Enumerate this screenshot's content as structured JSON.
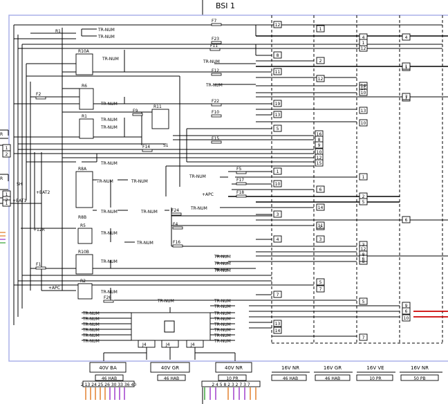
{
  "title": "BSI 1",
  "colors": {
    "background": "#ffffff",
    "frame": "#aab0e8",
    "ink": "#000000",
    "red_wire": "#cc0000",
    "orange_wire": "#e07820",
    "purple_wire": "#9a30c8",
    "green_wire": "#30a030"
  },
  "tr_num": "TR-NUM",
  "apc": "+APC",
  "components": {
    "resistor": "R1",
    "relays": [
      "R10A",
      "R6",
      "R1",
      "R11",
      "R8A",
      "R8B",
      "R5",
      "R10B",
      "R2"
    ],
    "switch": "S1",
    "sh": "SH",
    "r_left_1": "R",
    "r_left_2": "R",
    "bat": "+BAT1",
    "rail_12r": "+12R",
    "rail_bat2": "+BAT2"
  },
  "fuses": [
    "F7",
    "F23",
    "F11",
    "F12",
    "F22",
    "F10",
    "F15",
    "F14",
    "F9",
    "F2",
    "F5",
    "F17",
    "F18",
    "F24",
    "F4",
    "F16",
    "F1",
    "F26"
  ],
  "module": {
    "connectors": [
      "J4",
      "J4",
      "J4"
    ]
  },
  "left_pins": [
    "1",
    "2",
    "1",
    "2",
    "1"
  ],
  "col1_pins": [
    "12",
    "8",
    "11",
    "19",
    "13",
    "5",
    "1",
    "10",
    "3",
    "4",
    "7",
    "13",
    "14"
  ],
  "col1b_pins": [
    "16",
    "8",
    "9",
    "10",
    "12",
    "15"
  ],
  "col2_pins": [
    "1",
    "2",
    "12",
    "6",
    "2",
    "3",
    "5",
    "14",
    "11",
    "7",
    "1",
    "5",
    "7"
  ],
  "col3_pins": [
    "4",
    "1",
    "12",
    "1",
    "7",
    "14",
    "15",
    "10",
    "13",
    "10",
    "2",
    "5",
    "3",
    "12",
    "8",
    "8",
    "6"
  ],
  "col4_pins": [
    "4",
    "1",
    "7",
    "6",
    "9",
    "6",
    "10"
  ],
  "bottom_connectors": {
    "main": [
      {
        "label": "40V BA",
        "sub": "46 HAB",
        "pins": "2 13 24 25 26 30 33 36 40"
      },
      {
        "label": "40V GR",
        "sub": "46 HAB"
      },
      {
        "label": "40V NR",
        "sub": "10 PR",
        "pins": "2 4 5 8 2 3 2 7 3 7"
      }
    ],
    "right": [
      {
        "label": "16V NR",
        "sub": "46 HAB"
      },
      {
        "label": "16V GR",
        "sub": "46 HAB"
      },
      {
        "label": "16V VE",
        "sub": "10 PR"
      },
      {
        "label": "16V NR",
        "sub": "50 PB"
      }
    ]
  }
}
